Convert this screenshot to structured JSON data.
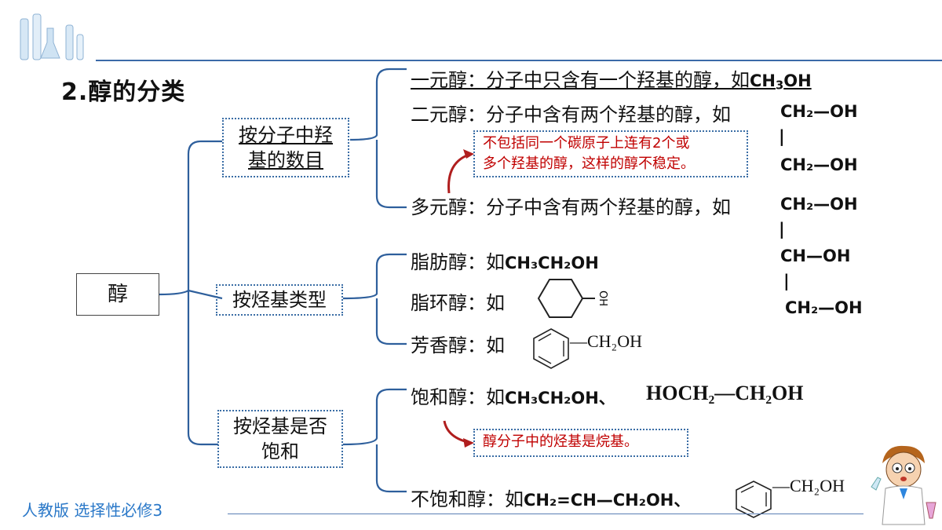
{
  "title": "2.醇的分类",
  "root": "醇",
  "categories": {
    "hydroxyl_count": {
      "label_line1": "按分子中羟",
      "label_line2": "基的数目"
    },
    "hydrocarbon_type": {
      "label": "按烃基类型"
    },
    "saturation": {
      "label_line1": "按烃基是否",
      "label_line2": "饱和"
    }
  },
  "items": {
    "monohydric": {
      "text": "一元醇：分子中只含有一个羟基的醇，如",
      "formula_a": "CH",
      "formula_sub": "3",
      "formula_b": "OH"
    },
    "dihydric": {
      "text": "二元醇：分子中含有两个羟基的醇，如"
    },
    "polyhydric": {
      "text": "多元醇：分子中含有两个羟基的醇，如"
    },
    "aliphatic": {
      "text": "脂肪醇：如",
      "formula": "CH₃CH₂OH"
    },
    "alicyclic": {
      "text": "脂环醇：如",
      "ring_label": "OH"
    },
    "aromatic": {
      "text": "芳香醇：如",
      "group": "—CH₂OH"
    },
    "saturated": {
      "text": "饱和醇：如",
      "formula1": "CH₃CH₂OH、",
      "formula2": "HOCH₂—CH₂OH"
    },
    "unsaturated": {
      "text": "不饱和醇：如",
      "formula": "CH₂=CH—CH₂OH、",
      "group": "—CH₂OH"
    }
  },
  "structures": {
    "glycol_top": "CH₂—OH",
    "glycol_bottom": "CH₂—OH",
    "glycerol_1": "CH₂—OH",
    "glycerol_2": "CH—OH",
    "glycerol_3": "CH₂—OH",
    "bond": "|"
  },
  "notes": {
    "unstable_line1": "不包括同一个碳原子上连有2个或",
    "unstable_line2": "多个羟基的醇，这样的醇不稳定。",
    "alkyl": "醇分子中的烃基是烷基。"
  },
  "footer": "人教版 选择性必修3",
  "colors": {
    "accent": "#3a6da5",
    "note_red": "#c00000",
    "footer_blue": "#2a78c8"
  }
}
